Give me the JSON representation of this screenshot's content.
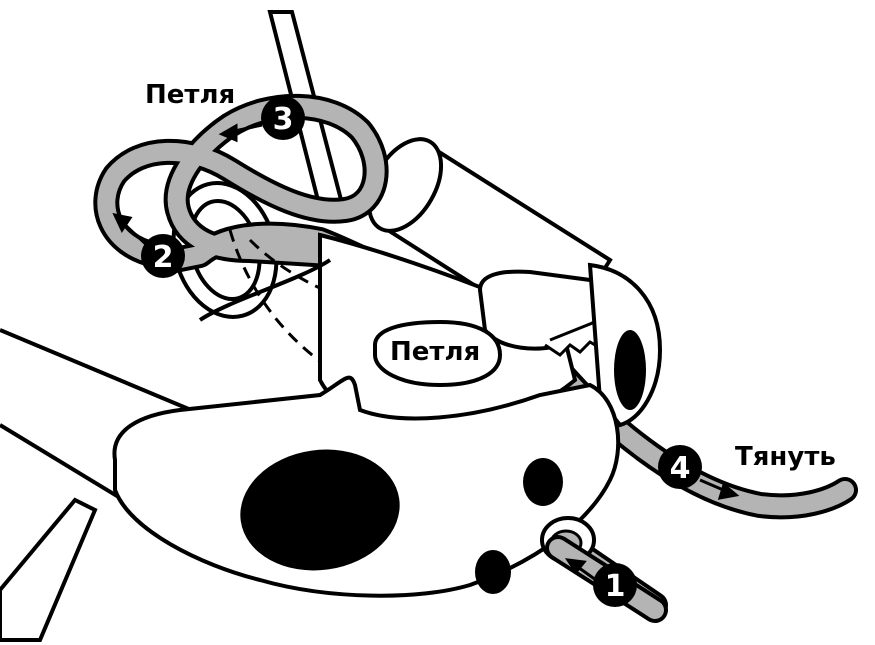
{
  "labels": {
    "loop_top": "Петля",
    "loop_center": "Петля",
    "pull": "Тянуть"
  },
  "steps": [
    "1",
    "2",
    "3",
    "4"
  ],
  "colors": {
    "outline": "#000000",
    "rope": "#b4b4b4",
    "fill": "#ffffff",
    "step_badge": "#000000"
  }
}
